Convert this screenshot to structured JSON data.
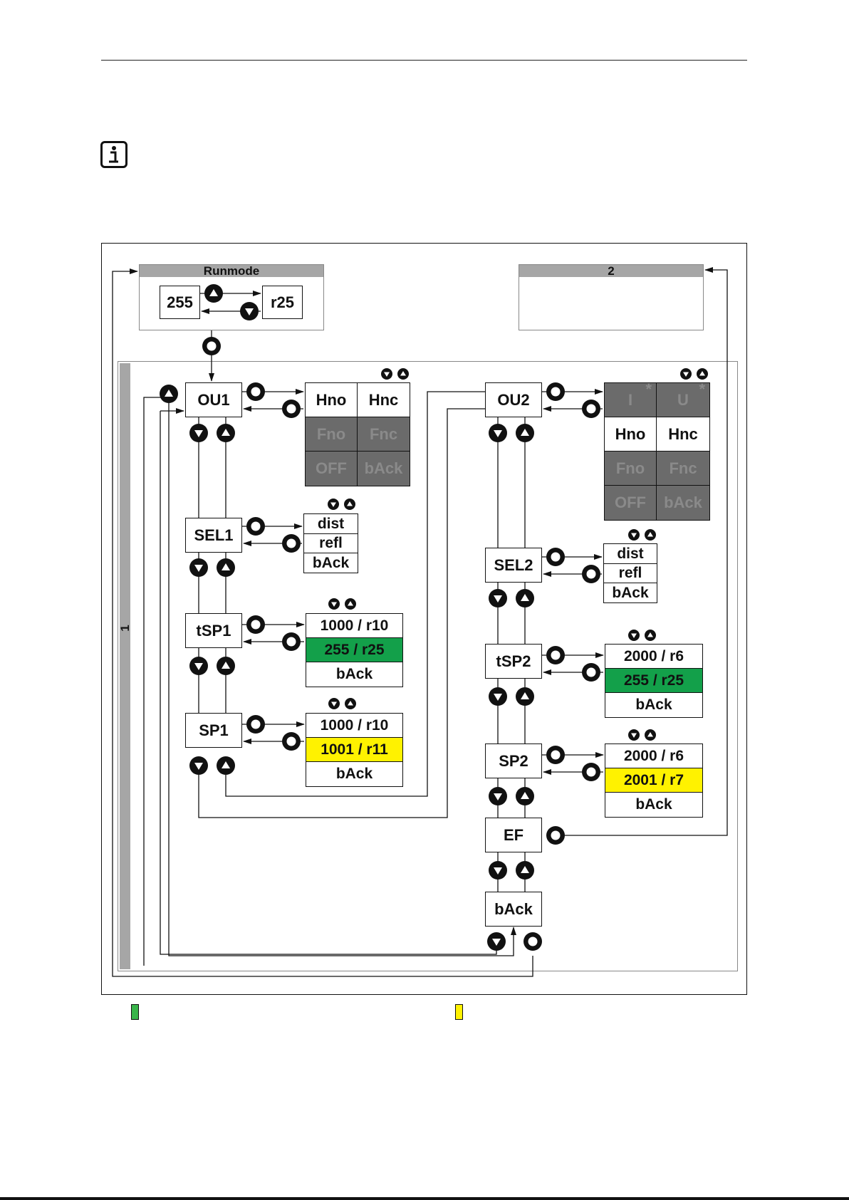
{
  "side_label": "1",
  "runmode": {
    "title": "Runmode",
    "left": "255",
    "right": "r25"
  },
  "panel2": {
    "title": "2"
  },
  "left_column": {
    "ou1": "OU1",
    "sel1": "SEL1",
    "tsp1": "tSP1",
    "sp1": "SP1",
    "ou1_options": [
      "Hno",
      "Hnc",
      "Fno",
      "Fnc",
      "OFF",
      "bAck"
    ],
    "sel1_options": [
      "dist",
      "refl",
      "bAck"
    ],
    "tsp1_options": [
      "1000 / r10",
      "255 / r25",
      "bAck"
    ],
    "sp1_options": [
      "1000 / r10",
      "1001 / r11",
      "bAck"
    ]
  },
  "right_column": {
    "ou2": "OU2",
    "sel2": "SEL2",
    "tsp2": "tSP2",
    "sp2": "SP2",
    "ef": "EF",
    "back": "bAck",
    "ou2_options": [
      "I",
      "U",
      "Hno",
      "Hnc",
      "Fno",
      "Fnc",
      "OFF",
      "bAck"
    ],
    "ou2_marks": [
      "*",
      "*"
    ],
    "sel2_options": [
      "dist",
      "refl",
      "bAck"
    ],
    "tsp2_options": [
      "2000 / r6",
      "255 / r25",
      "bAck"
    ],
    "sp2_options": [
      "2000 / r6",
      "2001 / r7",
      "bAck"
    ]
  },
  "colors": {
    "default_highlight": "#13a04a",
    "selected_highlight": "#fff200",
    "inactive": "#6b6b6b"
  }
}
